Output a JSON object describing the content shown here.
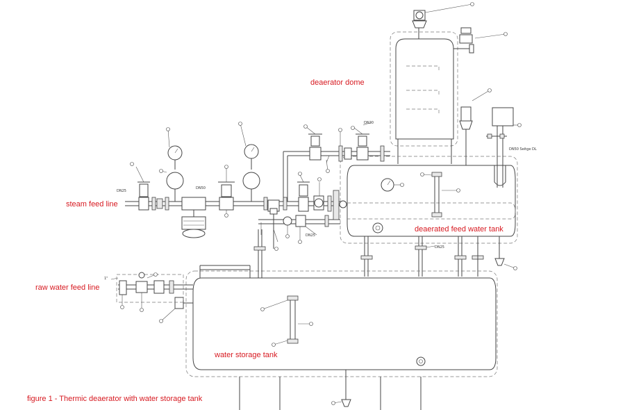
{
  "labels": {
    "dome": "deaerator dome",
    "steam": "steam feed line",
    "feedwater": "deaerated feed water tank",
    "rawwater": "raw water feed line",
    "storage": "water storage tank"
  },
  "caption": "figure 1 - Thermic deaerator with water storage tank",
  "pipe_sizes": {
    "dn25_left": "DN25",
    "dn50": "DN50",
    "dn20": "DN20",
    "dn25_mid": "DN25",
    "dn25_bottom": "DN25",
    "raw_size": "1\""
  },
  "nameplate": "DN50 Seitge DL"
}
